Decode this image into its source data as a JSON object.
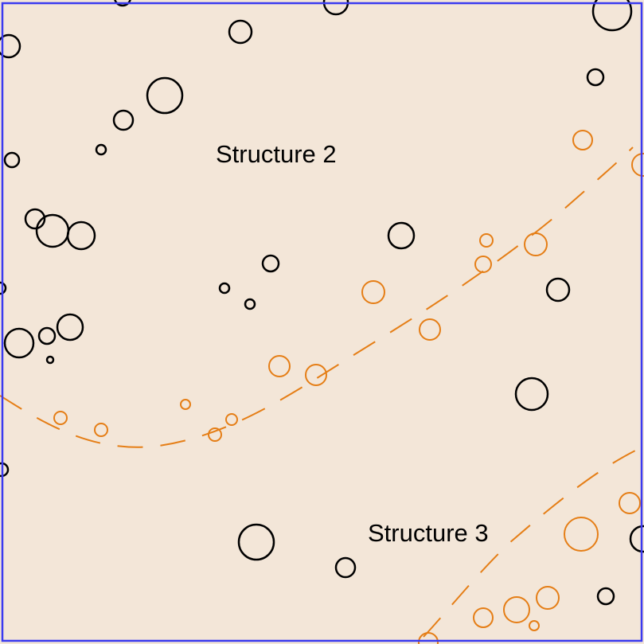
{
  "colors": {
    "background": "#f3e6d8",
    "frame": "#3a3af0",
    "black_features": "#000000",
    "orange_features": "#e57e16"
  },
  "structures": [
    {
      "id": "structure-2",
      "label": "Structure 2"
    },
    {
      "id": "structure-3",
      "label": "Structure 3"
    }
  ]
}
